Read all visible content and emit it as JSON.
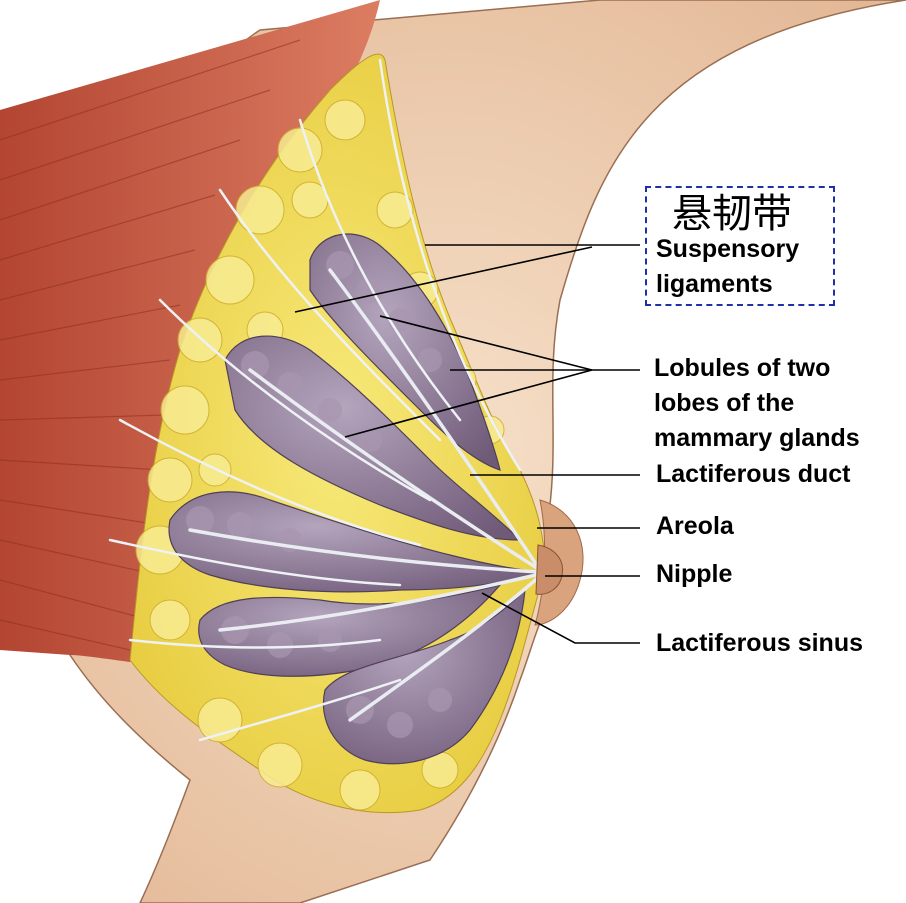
{
  "labels": {
    "chinese": "悬韧带",
    "suspensory_line1": "Suspensory",
    "suspensory_line2": "ligaments",
    "lobules_line1": "Lobules of two",
    "lobules_line2": "lobes of the",
    "lobules_line3": "mammary glands",
    "lactiferous_duct": "Lactiferous duct",
    "areola": "Areola",
    "nipple": "Nipple",
    "lactiferous_sinus": "Lactiferous sinus"
  },
  "colors": {
    "skin": "#f2d4b8",
    "muscle": "#c85a44",
    "fat": "#f2dc4a",
    "gland": "#8e7a96",
    "ligament": "#e8eef2",
    "box_border": "#1f2fa8"
  }
}
